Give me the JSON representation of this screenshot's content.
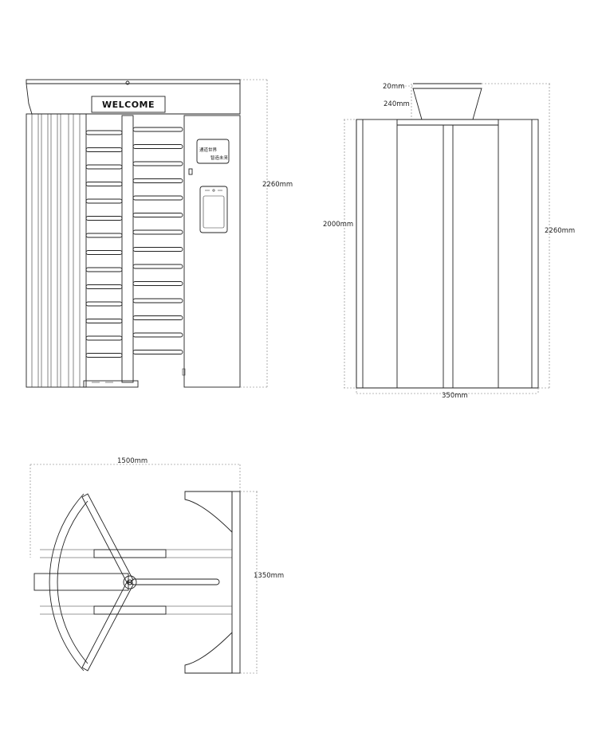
{
  "front_view": {
    "sign_text": "WELCOME",
    "panel_text_line1": "通道世界",
    "panel_text_line2": "智造未来",
    "height_dim": "2260mm"
  },
  "side_view": {
    "top_dim": "20mm",
    "cap_dim": "240mm",
    "body_height_dim": "2000mm",
    "total_height_dim": "2260mm",
    "width_dim": "350mm"
  },
  "top_view": {
    "width_dim": "1500mm",
    "depth_dim": "1350mm"
  }
}
